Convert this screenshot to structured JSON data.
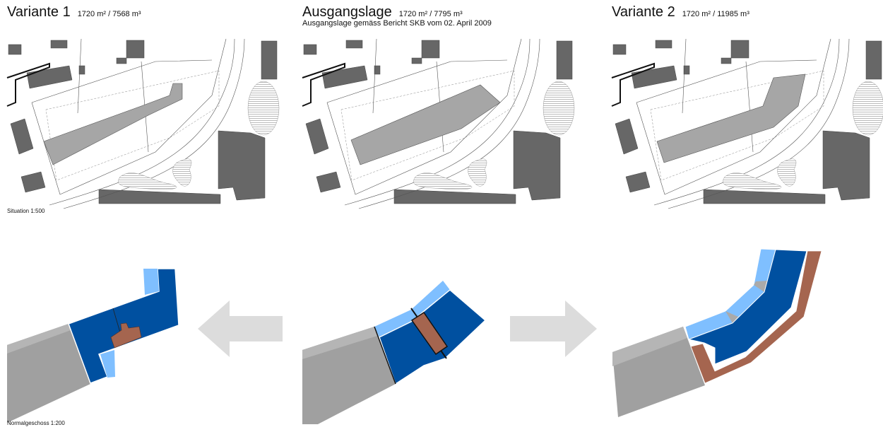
{
  "panels": [
    {
      "title": "Variante 1",
      "area": "1720 m² / 7568 m³"
    },
    {
      "title": "Ausgangslage",
      "area": "1720 m² / 7795 m³",
      "subtitle": "Ausgangslage gemäss Bericht SKB vom 02. April 2009"
    },
    {
      "title": "Variante 2",
      "area": "1720 m² / 11985 m³"
    }
  ],
  "labels": {
    "situation": "Situation 1:500",
    "floor": "Normalgeschoss 1:200"
  },
  "colors": {
    "building": "#676767",
    "slab": "#a6a6a6",
    "apartment": "#0050a0",
    "balcony": "#7fbfff",
    "core": "#a5654f",
    "arrow": "#dcdcdc"
  }
}
